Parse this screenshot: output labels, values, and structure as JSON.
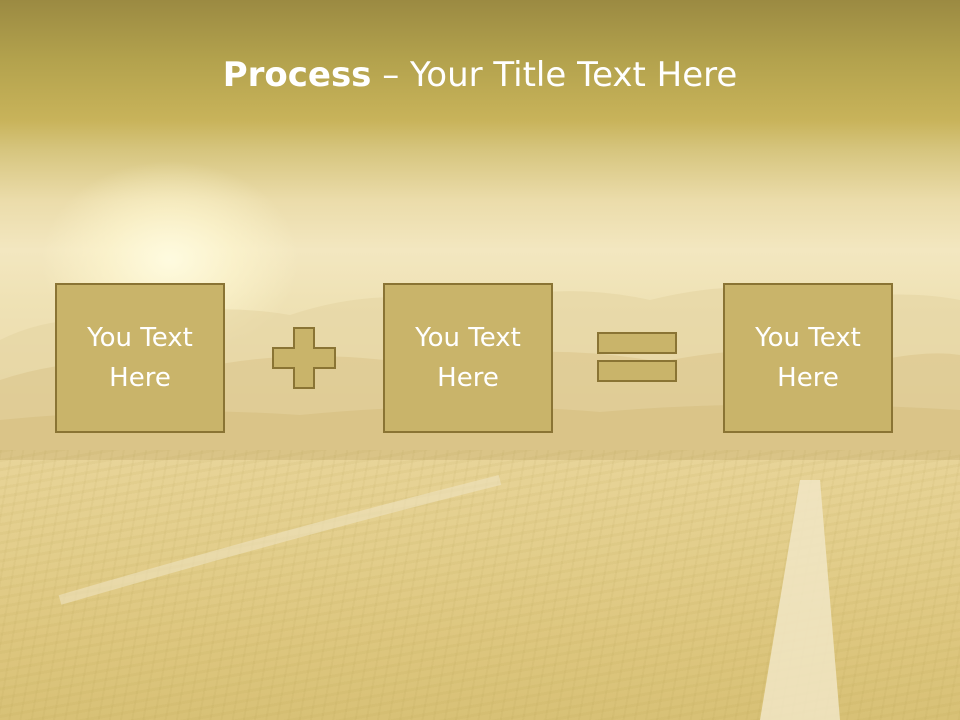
{
  "slide": {
    "title_bold": "Process",
    "title_rest": " – Your Title Text Here"
  },
  "boxes": [
    {
      "text": "You Text Here"
    },
    {
      "text": "You Text Here"
    },
    {
      "text": "You Text Here"
    }
  ],
  "operators": [
    "plus-icon",
    "equals-icon"
  ],
  "colors": {
    "box_fill": "#c9b46a",
    "box_border": "#8a7434",
    "header_band": "#b3a24d",
    "text": "#ffffff"
  }
}
